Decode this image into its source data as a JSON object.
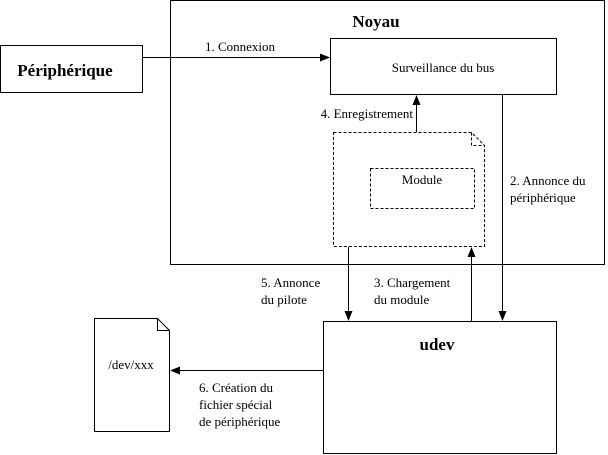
{
  "colors": {
    "stroke": "#000000",
    "background": "#ffffff"
  },
  "nodes": {
    "kernel": {
      "label": "Noyau"
    },
    "device": {
      "label": "Périphérique"
    },
    "bus_monitor": {
      "label": "Surveillance du bus"
    },
    "module_file": {
      "label": "Module"
    },
    "udev": {
      "label": "udev"
    },
    "device_file": {
      "label": "/dev/xxx"
    }
  },
  "edges": [
    {
      "id": "connexion",
      "from": "device",
      "to": "bus_monitor",
      "lines": [
        "1. Connexion"
      ]
    },
    {
      "id": "device-announce",
      "from": "bus_monitor",
      "to": "udev",
      "lines": [
        "2. Annonce du",
        "périphérique"
      ]
    },
    {
      "id": "module-load",
      "from": "udev",
      "to": "module_file",
      "lines": [
        "3. Chargement",
        "du module"
      ]
    },
    {
      "id": "registration",
      "from": "module_file",
      "to": "bus_monitor",
      "lines": [
        "4. Enregistrement"
      ]
    },
    {
      "id": "driver-announce",
      "from": "module_file",
      "to": "udev",
      "lines": [
        "5. Annonce",
        "du pilote"
      ]
    },
    {
      "id": "special-file-creation",
      "from": "udev",
      "to": "device_file",
      "lines": [
        "6. Création du",
        "fichier spécial",
        "de périphérique"
      ]
    }
  ]
}
